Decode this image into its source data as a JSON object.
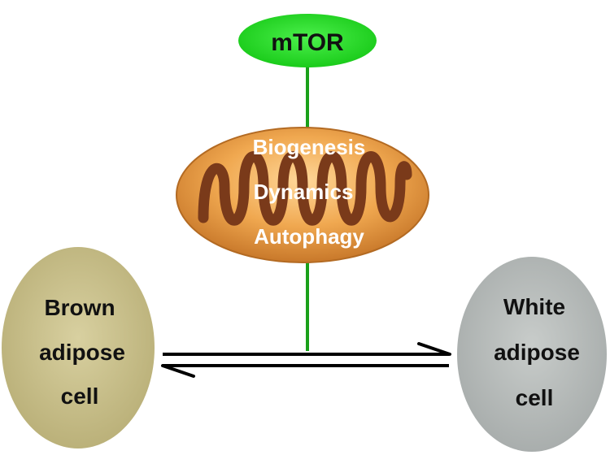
{
  "top_node": {
    "label": "mTOR"
  },
  "mitochondrion": {
    "lines": [
      "Biogenesis",
      "Dynamics",
      "Autophagy"
    ]
  },
  "left_cell": {
    "lines": [
      "Brown",
      "adipose",
      "cell"
    ]
  },
  "right_cell": {
    "lines": [
      "White",
      "adipose",
      "cell"
    ]
  },
  "colors": {
    "mtor_fill": "#22dd22",
    "connector": "#1aa01a",
    "mito_fill": "#f0a850",
    "mito_crista": "#7a3a1a",
    "brown_cell": "#c9c08c",
    "white_cell": "#b9bdbc",
    "arrow": "#000000"
  }
}
